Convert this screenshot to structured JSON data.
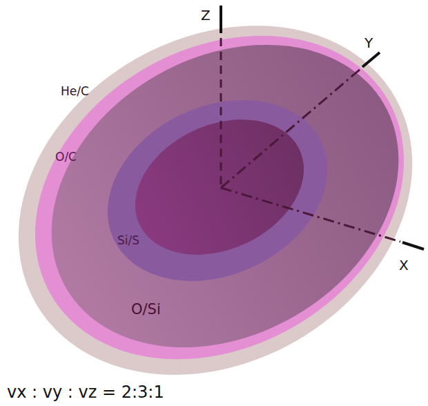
{
  "diagram": {
    "caption": "vx : vy : vz = 2:3:1",
    "labels": [
      "Z",
      "Y",
      "X",
      "He/C",
      "O/C",
      "Si/S",
      "O/Si"
    ]
  }
}
